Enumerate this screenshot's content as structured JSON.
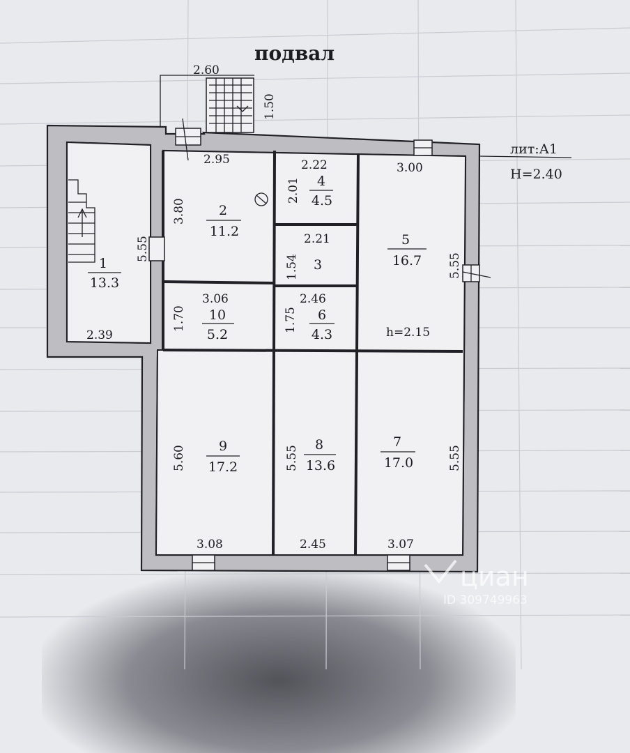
{
  "title": "подвал",
  "lit": "лит:А1",
  "height_note": "H=2.40",
  "stair_dims": {
    "width": "2.60",
    "depth": "1.50"
  },
  "rooms": [
    {
      "id": "r1",
      "number": "1",
      "area": "13.3",
      "dims": [
        "5.55",
        "2.39"
      ]
    },
    {
      "id": "r2",
      "number": "2",
      "area": "11.2",
      "dims": [
        "2.95",
        "3.80"
      ]
    },
    {
      "id": "r3",
      "number": "3",
      "area": "",
      "dims": [
        "2.21",
        "1.54"
      ]
    },
    {
      "id": "r4",
      "number": "4",
      "area": "4.5",
      "dims": [
        "2.22",
        "2.01"
      ]
    },
    {
      "id": "r5",
      "number": "5",
      "area": "16.7",
      "dims": [
        "3.00",
        "5.55"
      ],
      "note": "h=2.15"
    },
    {
      "id": "r6",
      "number": "6",
      "area": "4.3",
      "dims": [
        "2.46",
        "1.75"
      ]
    },
    {
      "id": "r7",
      "number": "7",
      "area": "17.0",
      "dims": [
        "5.55",
        "3.07"
      ]
    },
    {
      "id": "r8",
      "number": "8",
      "area": "13.6",
      "dims": [
        "5.55",
        "2.45"
      ]
    },
    {
      "id": "r9",
      "number": "9",
      "area": "17.2",
      "dims": [
        "5.60",
        "3.08"
      ]
    },
    {
      "id": "r10",
      "number": "10",
      "area": "5.2",
      "dims": [
        "3.06",
        "1.70"
      ]
    }
  ],
  "watermark": {
    "brand": "циан",
    "id": "ID 309749963"
  }
}
